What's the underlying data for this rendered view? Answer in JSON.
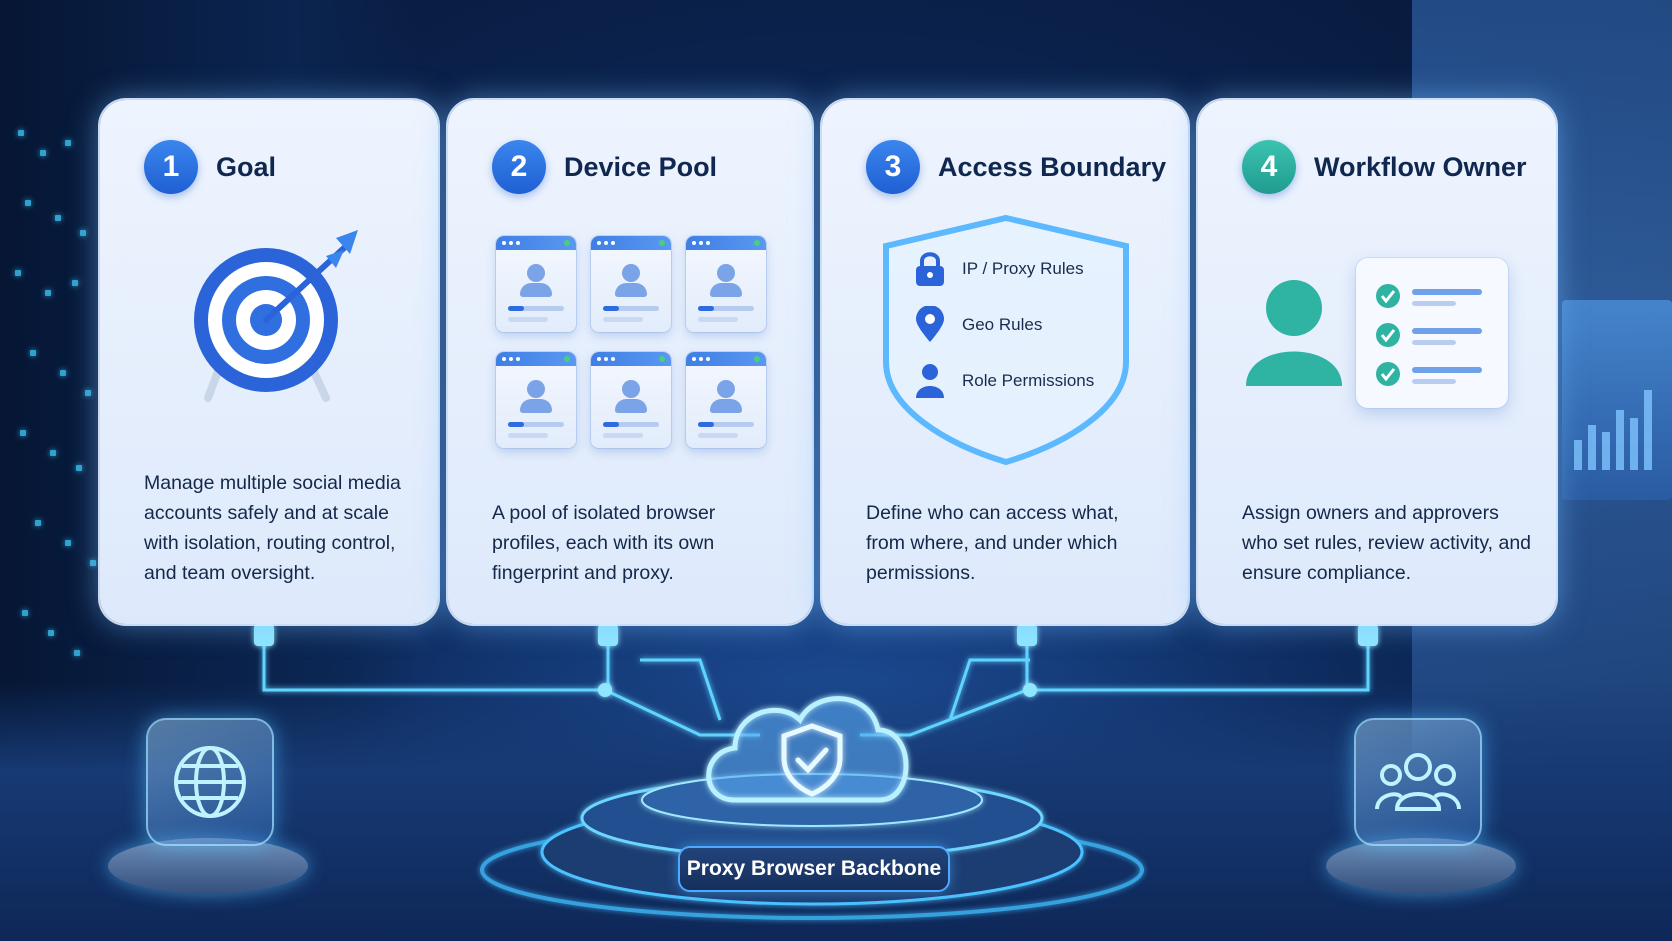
{
  "cards": [
    {
      "number": "1",
      "title": "Goal",
      "description": "Manage multiple social media accounts safely and at scale with isolation, routing control, and team oversight."
    },
    {
      "number": "2",
      "title": "Device Pool",
      "description": "A pool of isolated browser profiles, each with its own fingerprint and proxy."
    },
    {
      "number": "3",
      "title": "Access Boundary",
      "description": "Define who can access what, from where, and under which permissions.",
      "rules": [
        "IP / Proxy Rules",
        "Geo Rules",
        "Role Permissions"
      ]
    },
    {
      "number": "4",
      "title": "Workflow Owner",
      "description": "Assign owners and approvers who set rules, review activity, and ensure compliance."
    }
  ],
  "backbone": {
    "label": "Proxy Browser Backbone"
  },
  "colors": {
    "accent_blue": "#2a6ee0",
    "accent_teal": "#2fb3a2",
    "glow": "#49c6ff",
    "card_bg": "#e8f0fd",
    "text_dark": "#10284f"
  },
  "icons": {
    "card1": "target-arrow-icon",
    "card2": "browser-profile-icon",
    "card3_shield": "shield-icon",
    "card3_rules": [
      "lock-icon",
      "map-pin-icon",
      "person-icon"
    ],
    "card4": [
      "person-icon",
      "checklist-icon"
    ],
    "left_cube": "globe-icon",
    "right_cube": "users-group-icon",
    "center": "cloud-shield-check-icon"
  }
}
